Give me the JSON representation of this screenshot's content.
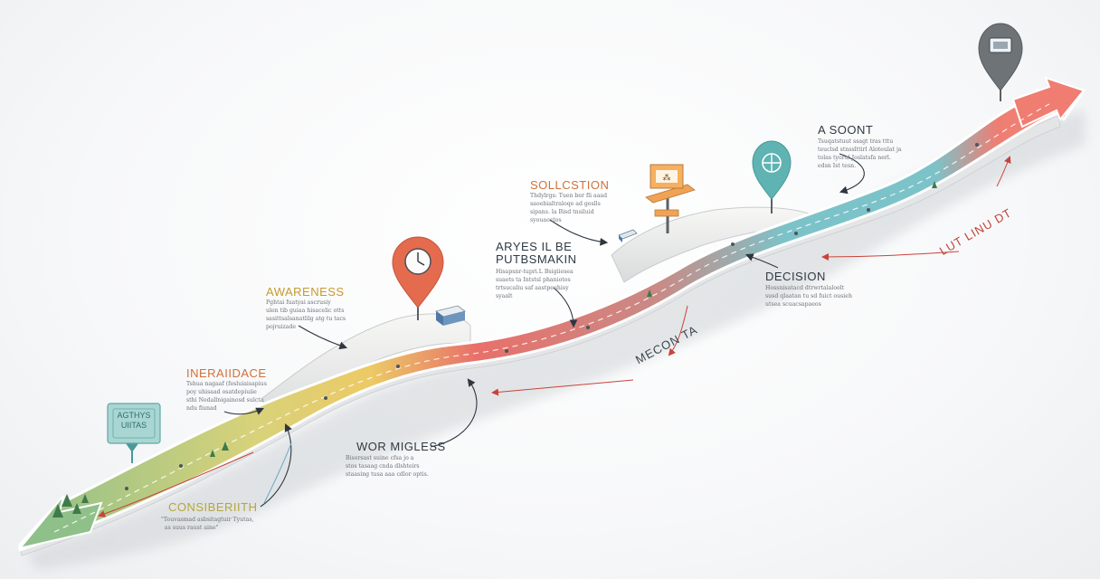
{
  "diagram": {
    "sign_text": "AGTHYS\nUIITAS",
    "stages": [
      {
        "id": "consideration",
        "title": "CONSIBERIITH",
        "desc": "\"Touvasmad asbsitagtuir Tyutas,\n  as suus raust aine\""
      },
      {
        "id": "interaction",
        "title": "INERAIIDACE",
        "desc": "Tshua nagaaf (fesluiaisapius\npoy uhisaad osatdepiuiie\nsthi Nedallnigainosd sulcta\nndu fiunad"
      },
      {
        "id": "awareness",
        "title": "AWARENESS",
        "desc": "Pghtai fuatyai ascrusiy\nulen tib guiaa hisacelic otts\nsasittsalsanatlilg atg tu tacs\npojruizade"
      },
      {
        "id": "workless",
        "title": "WOR MIGLESS",
        "desc": "Bisersast suine cfsa jo a\nstos tasaag cnda dlshteirs\nstaasing tusa aaa cdlor optis."
      },
      {
        "id": "aryes",
        "title": "ARYES IL BE\nPUTBSMAKIN",
        "desc": "Hisapsnr-tupri.L Bsigiiesea\nsuaets ta Intstsl phaniotos\ntrtsucaliu saf aastpeuhisy\nsyaalt"
      },
      {
        "id": "sollcstion",
        "title": "SOLLCSTION",
        "desc": "Thdylrgs: Tuen ber fli aaad\nsaoebialtraloqe ad geslls\nsipans. la Bisd tnsiluid\nsyouaoctos"
      },
      {
        "id": "decision",
        "title": "DECISION",
        "desc": "Hossnisatacd dtrwrtalaloelt\nsusd qlaatan tu sd fuict ousieh\nutsea scuacsapaeos"
      },
      {
        "id": "asoont",
        "title": "A SOONT",
        "desc": "Tsuqatstuut ssagt tras tttu\nteuclsd stnsslttirl Aloteulat ja\ntolas tyorul Joslatsfa nerl.\nedsn Ist tesn."
      }
    ],
    "flow_labels": [
      {
        "id": "mecon",
        "text": "MECON TA"
      },
      {
        "id": "lut",
        "text": "LUT LINU DT"
      }
    ]
  },
  "colors": {
    "green": "#8fc08a",
    "yellow": "#e8cd6a",
    "red": "#e8706a",
    "rose": "#c98a86",
    "teal": "#7cc3c9",
    "salmon": "#ef7d72",
    "pin_orange": "#e56b4e",
    "pin_teal": "#5fb3b3",
    "pin_gray": "#6e7378",
    "sign_teal": "#a9d6d3",
    "board_orange": "#f0a255"
  }
}
